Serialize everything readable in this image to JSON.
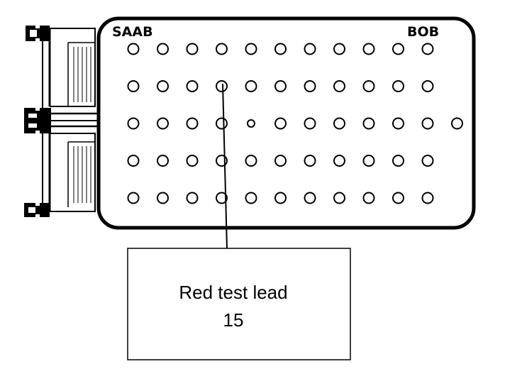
{
  "diagram": {
    "box_labels": {
      "left": "SAAB",
      "right": "BOB"
    },
    "callout": {
      "line1": "Red test lead",
      "line2": "15"
    },
    "pin_rows": [
      11,
      11,
      12,
      11,
      11
    ],
    "highlighted_pin": {
      "row": 2,
      "col": 4
    },
    "colors": {
      "ink": "#000000",
      "background": "#ffffff"
    }
  }
}
